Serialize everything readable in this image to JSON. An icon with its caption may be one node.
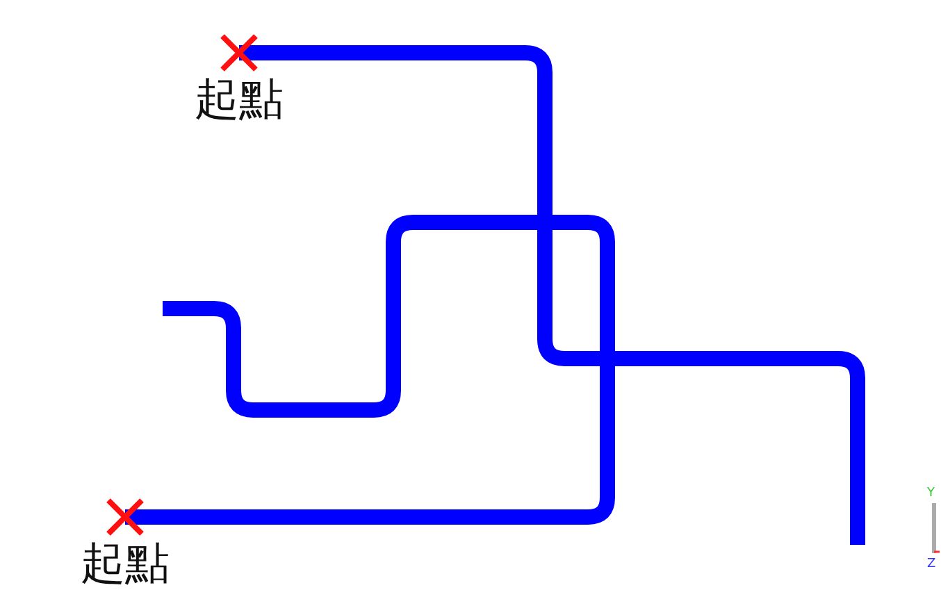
{
  "diagram": {
    "nodes": [
      {
        "text": [
          "起點"
        ]
      },
      {
        "text": [
          "起點"
        ]
      }
    ],
    "edges": [
      {
        "from": 0,
        "to": null,
        "arrow": "none"
      },
      {
        "from": 1,
        "to": null,
        "arrow": "none"
      }
    ],
    "labels": [
      "Y",
      "Z"
    ]
  }
}
